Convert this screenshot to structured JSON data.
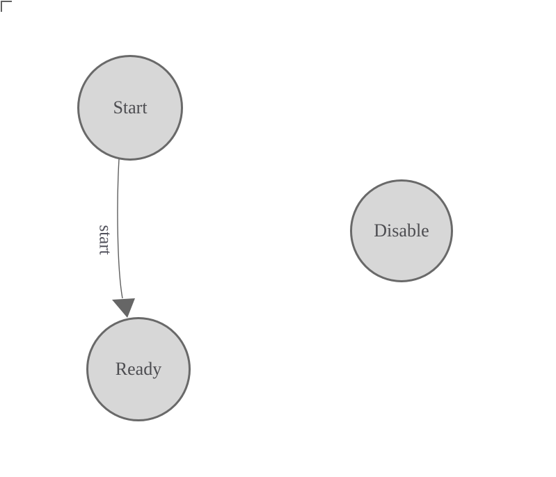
{
  "diagram": {
    "type": "finite-state-machine",
    "background": "#ffffff",
    "nodes": [
      {
        "id": "start",
        "label": "Start",
        "shape": "circle"
      },
      {
        "id": "ready",
        "label": "Ready",
        "shape": "circle"
      },
      {
        "id": "disable",
        "label": "Disable",
        "shape": "circle"
      }
    ],
    "edges": [
      {
        "from": "start",
        "to": "ready",
        "label": "start",
        "arrowhead": "filled-triangle"
      }
    ],
    "colors": {
      "node_fill": "#d7d7d7",
      "node_stroke": "#696969",
      "node_label": "#4d4d51",
      "edge_stroke": "#5f5f5f",
      "arrowhead_fill": "#666666",
      "edge_label": "#51515b",
      "corner_marker": "#606060",
      "background": "#ffffff"
    }
  }
}
